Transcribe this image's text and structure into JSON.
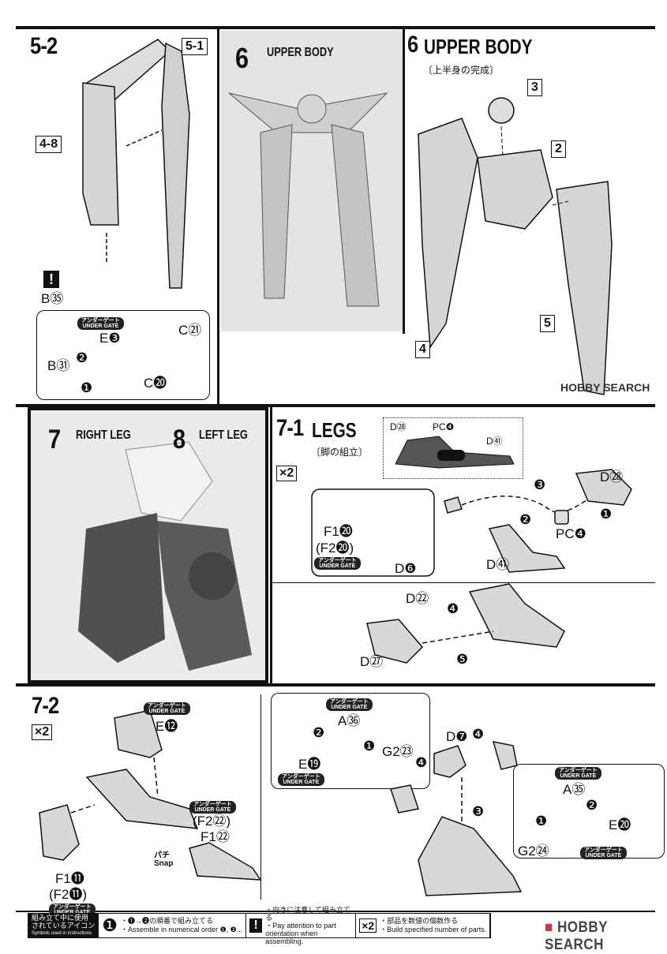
{
  "step_5_2": {
    "title": "5-2",
    "ref_5_1": "5-1",
    "ref_4_8": "4-8",
    "warning": "!",
    "b35": "B㉟",
    "under_gate_jp": "アンダーゲート",
    "under_gate_en": "UNDER GATE",
    "e3": "E❸",
    "b31": "B㉛",
    "c21": "C㉑",
    "c20": "C⓴",
    "step1": "❶",
    "step2": "❷"
  },
  "photo_6": {
    "num": "6",
    "title": "UPPER BODY"
  },
  "step_6": {
    "num": "6",
    "title": "UPPER BODY",
    "subtitle": "〔上半身の完成〕",
    "refs": [
      "3",
      "2",
      "5",
      "4"
    ]
  },
  "photo_7_8": {
    "num7": "7",
    "title7": "RIGHT LEG",
    "num8": "8",
    "title8": "LEFT LEG"
  },
  "step_7_1": {
    "title": "7-1",
    "name": "LEGS",
    "subtitle": "〔脚の組立〕",
    "multiplier": "×2",
    "detail": {
      "d28": "D㉘",
      "pc4": "PC❹",
      "d41": "D㊶"
    },
    "d28": "D㉘",
    "pc4": "PC❹",
    "d41": "D㊶",
    "f1_20": "F1⓴",
    "f2_20": "(F2⓴)",
    "d6": "D❻",
    "d22": "D㉒",
    "d27": "D㉗",
    "steps": [
      "❶",
      "❷",
      "❸",
      "❹",
      "❺"
    ]
  },
  "step_7_2": {
    "title": "7-2",
    "multiplier": "×2",
    "e12": "E⓬",
    "f2_22": "(F2㉒)",
    "f1_22": "F1㉒",
    "f1_11": "F1⓫",
    "f2_11": "(F2⓫)",
    "snap_jp": "パチ",
    "snap_en": "Snap",
    "a36": "A㊱",
    "g2_23": "G2㉓",
    "e19": "E⓳",
    "d7": "D❼",
    "a35": "A㉟",
    "e20": "E⓴",
    "g2_24": "G2㉔",
    "steps": [
      "❶",
      "❷",
      "❸",
      "❹"
    ]
  },
  "footer": {
    "legend_title_jp_1": "組み立て中に使用",
    "legend_title_jp_2": "されているアイコン",
    "legend_title_en": "Symbols used in instructions",
    "order_icon": "❶",
    "order_jp": "・❶→❷の順番で組み立てる",
    "order_en": "・Assemble in numerical order ❶, ❷...",
    "attention_icon": "!",
    "attention_jp": "・向きに注意して組み立てる",
    "attention_en": "・Pay attention to part orientation when assembling.",
    "count_icon": "×2",
    "count_jp": "・部品を数値の個数作る",
    "count_en": "・Build specified number of parts."
  },
  "watermark": "HOBBY SEARCH",
  "colors": {
    "ink": "#111111",
    "part_fill": "#d8d8d8",
    "photo_bg": "#e4e4e4",
    "logo_red": "#d0343c"
  }
}
